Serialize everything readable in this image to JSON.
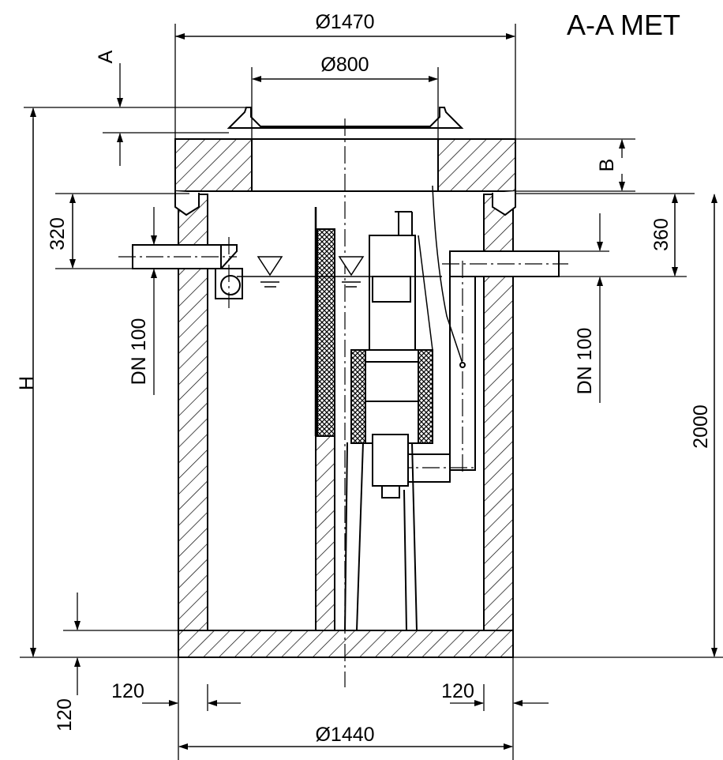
{
  "title": "A-A MET",
  "dimensions": {
    "outer_top_diameter": "Ø1470",
    "opening_diameter": "Ø800",
    "outer_bottom_diameter": "Ø1440",
    "inlet_depth": "320",
    "outlet_depth": "360",
    "inlet_pipe": "DN 100",
    "outlet_pipe": "DN 100",
    "total_height": "H",
    "inner_height": "2000",
    "cover_height": "A",
    "slab_thickness": "B",
    "wall_left": "120",
    "wall_right": "120",
    "base_thickness": "120"
  }
}
